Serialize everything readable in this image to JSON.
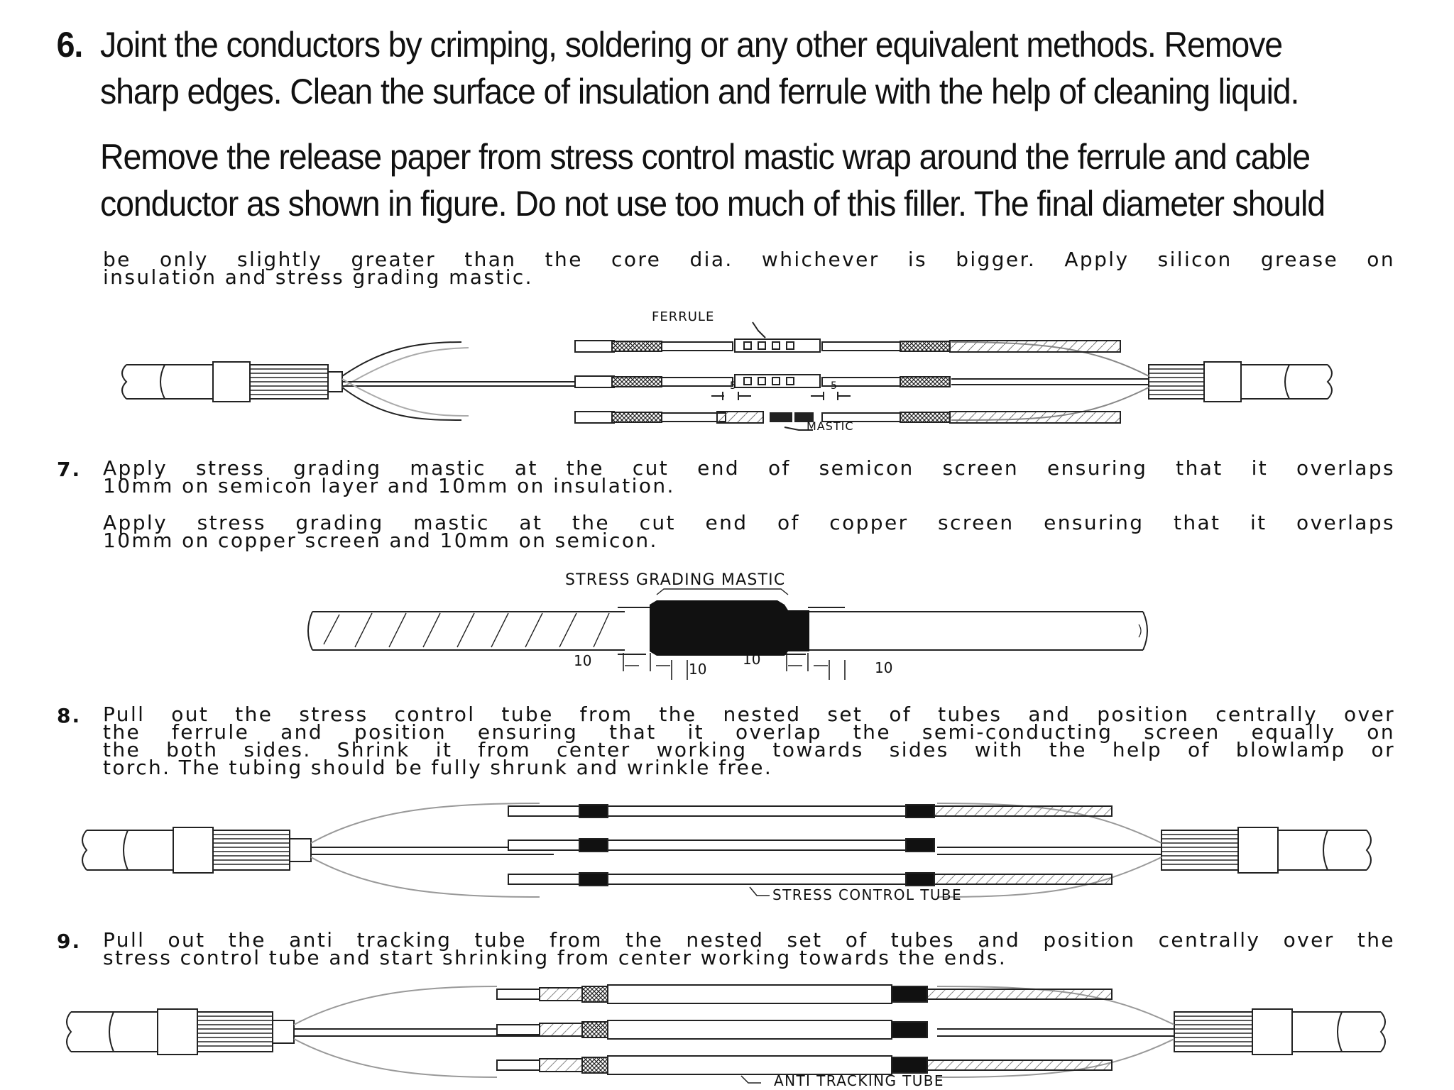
{
  "step6": {
    "number": "6.",
    "lines": [
      "Joint the conductors by crimping, soldering or any other equivalent methods. Remove",
      "sharp edges. Clean the surface of insulation and ferrule with the help of cleaning liquid."
    ],
    "para2_lines": [
      "Remove the release paper from stress control mastic wrap around the ferrule and cable",
      "conductor as shown in figure. Do not use too much of this filler. The final diameter should"
    ],
    "small_lines": [
      "be only slightly greater than the core dia. whichever is bigger. Apply silicon grease on",
      "insulation and stress grading mastic."
    ],
    "figure": {
      "label_ferrule": "FERRULE",
      "label_mastic": "MASTIC",
      "dim_a": "5",
      "dim_b": "5"
    }
  },
  "step7": {
    "number": "7.",
    "para1": [
      "Apply stress grading mastic at the cut end of semicon screen ensuring that it overlaps",
      "10mm on semicon layer and 10mm on insulation."
    ],
    "para2": [
      "Apply stress grading mastic at the cut end of copper screen ensuring that it overlaps",
      "10mm on copper screen and 10mm on semicon."
    ],
    "figure": {
      "label": "STRESS GRADING MASTIC",
      "dims": [
        "10",
        "10",
        "10",
        "10"
      ]
    }
  },
  "step8": {
    "number": "8.",
    "lines": [
      "Pull out the stress control tube from the nested set of tubes and position centrally over",
      "the ferrule and position ensuring that it overlap the semi-conducting screen equally on",
      "the both sides. Shrink it from center working towards sides with the help of blowlamp or",
      "torch. The tubing should be fully shrunk and wrinkle free."
    ],
    "figure": {
      "label": "STRESS CONTROL TUBE"
    }
  },
  "step9": {
    "number": "9.",
    "lines": [
      "Pull out the anti tracking tube from the nested set of tubes and position centrally over the",
      "stress control tube and start shrinking from center working towards the ends."
    ],
    "figure": {
      "label": "ANTI TRACKING TUBE"
    }
  }
}
